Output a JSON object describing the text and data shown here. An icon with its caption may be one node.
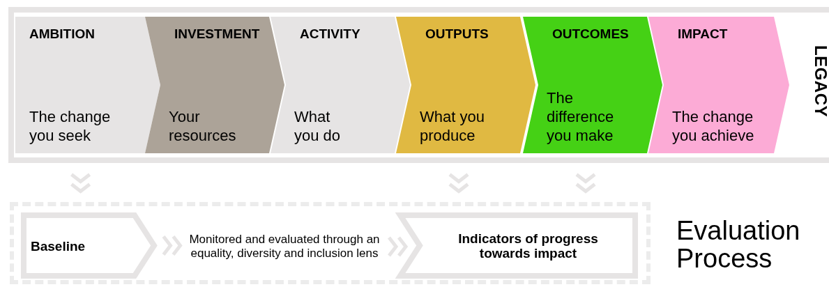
{
  "diagram": {
    "nodes": [
      {
        "text": [
          "LEGACY"
        ]
      },
      {
        "text": [
          "AMBITION",
          "The change you seek"
        ],
        "in": 0
      },
      {
        "text": [
          "INVESTMENT",
          "Your resources"
        ],
        "in": 0
      },
      {
        "text": [
          "ACTIVITY",
          "What you do"
        ],
        "in": 0
      },
      {
        "text": [
          "OUTPUTS",
          "What you produce"
        ],
        "in": 0
      },
      {
        "text": [
          "OUTCOMES",
          "The difference you make"
        ],
        "in": 0
      },
      {
        "text": [
          "IMPACT",
          "The change you achieve"
        ],
        "in": 0
      },
      {
        "text": [
          "Evaluation Process"
        ]
      },
      {
        "text": [
          "Baseline"
        ],
        "in": 7
      },
      {
        "text": [
          "Monitored and evaluated through an equality, diversity and inclusion lens"
        ],
        "in": 7
      },
      {
        "text": [
          "Indicators of progress towards impact"
        ],
        "in": 7
      }
    ],
    "edges": [
      {
        "from": 1,
        "to": 8,
        "arrow": "to"
      },
      {
        "from": 4,
        "to": 10,
        "arrow": "to"
      },
      {
        "from": 5,
        "to": 10,
        "arrow": "to"
      },
      {
        "from": 8,
        "to": 9,
        "arrow": "to"
      },
      {
        "from": 9,
        "to": 10,
        "arrow": "to"
      }
    ]
  }
}
